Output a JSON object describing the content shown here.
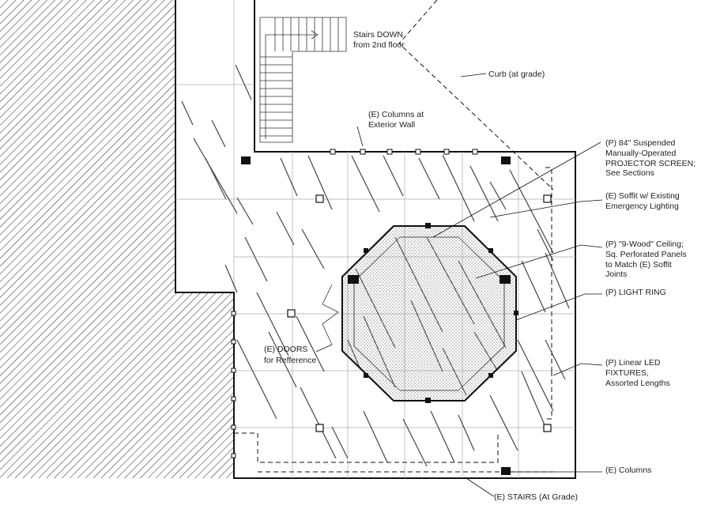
{
  "annotations": {
    "stairs_down": [
      "Stairs DOWN",
      "from 2nd floor"
    ],
    "curb": [
      "Curb (at grade)"
    ],
    "columns_ext": [
      "(E) Columns at",
      "Exterior Wall"
    ],
    "projector": [
      "(P) 84\" Suspended",
      "Manually-Operated",
      "PROJECTOR SCREEN;",
      "See Sections"
    ],
    "soffit": [
      "(E) Soffit w/ Existing",
      "Emergency Lighting"
    ],
    "ceiling": [
      "(P) \"9-Wood\" Ceiling;",
      "Sq. Perforated Panels",
      "to Match (E) Soffit",
      "Joints"
    ],
    "light_ring": [
      "(P) LIGHT  RING"
    ],
    "doors": [
      "(E) DOORS",
      "for Refference"
    ],
    "led": [
      "(P) Linear LED",
      "FIXTURES,",
      "Assorted Lengths"
    ],
    "columns": [
      "(E) Columns"
    ],
    "stairs_grade": [
      "(E) STAIRS (At Grade)"
    ]
  }
}
